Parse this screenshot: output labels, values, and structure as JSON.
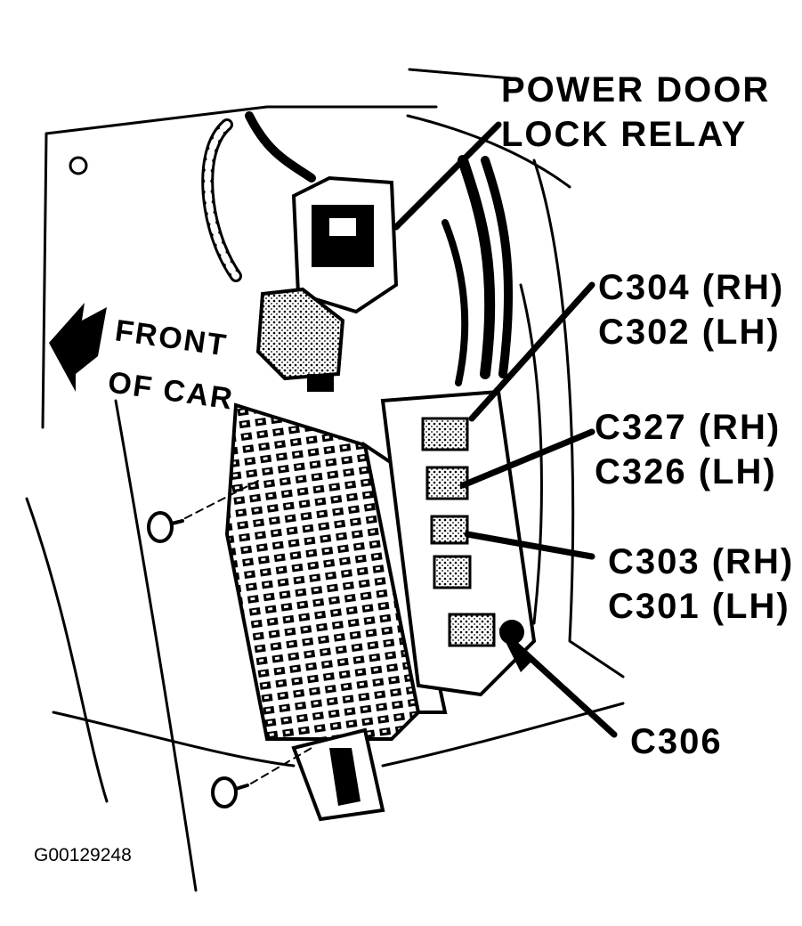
{
  "labels": {
    "power_door_lock_relay_1": "POWER DOOR",
    "power_door_lock_relay_2": "LOCK RELAY",
    "c304_rh": "C304 (RH)",
    "c302_lh": "C302 (LH)",
    "c327_rh": "C327 (RH)",
    "c326_lh": "C326 (LH)",
    "c303_rh": "C303 (RH)",
    "c301_lh": "C301 (LH)",
    "c306": "C306",
    "front_of_car_1": "FRONT",
    "front_of_car_2": "OF CAR",
    "figure_id": "G00129248"
  },
  "colors": {
    "ink": "#000000",
    "paper": "#ffffff",
    "shade": "#8c8c8c"
  }
}
